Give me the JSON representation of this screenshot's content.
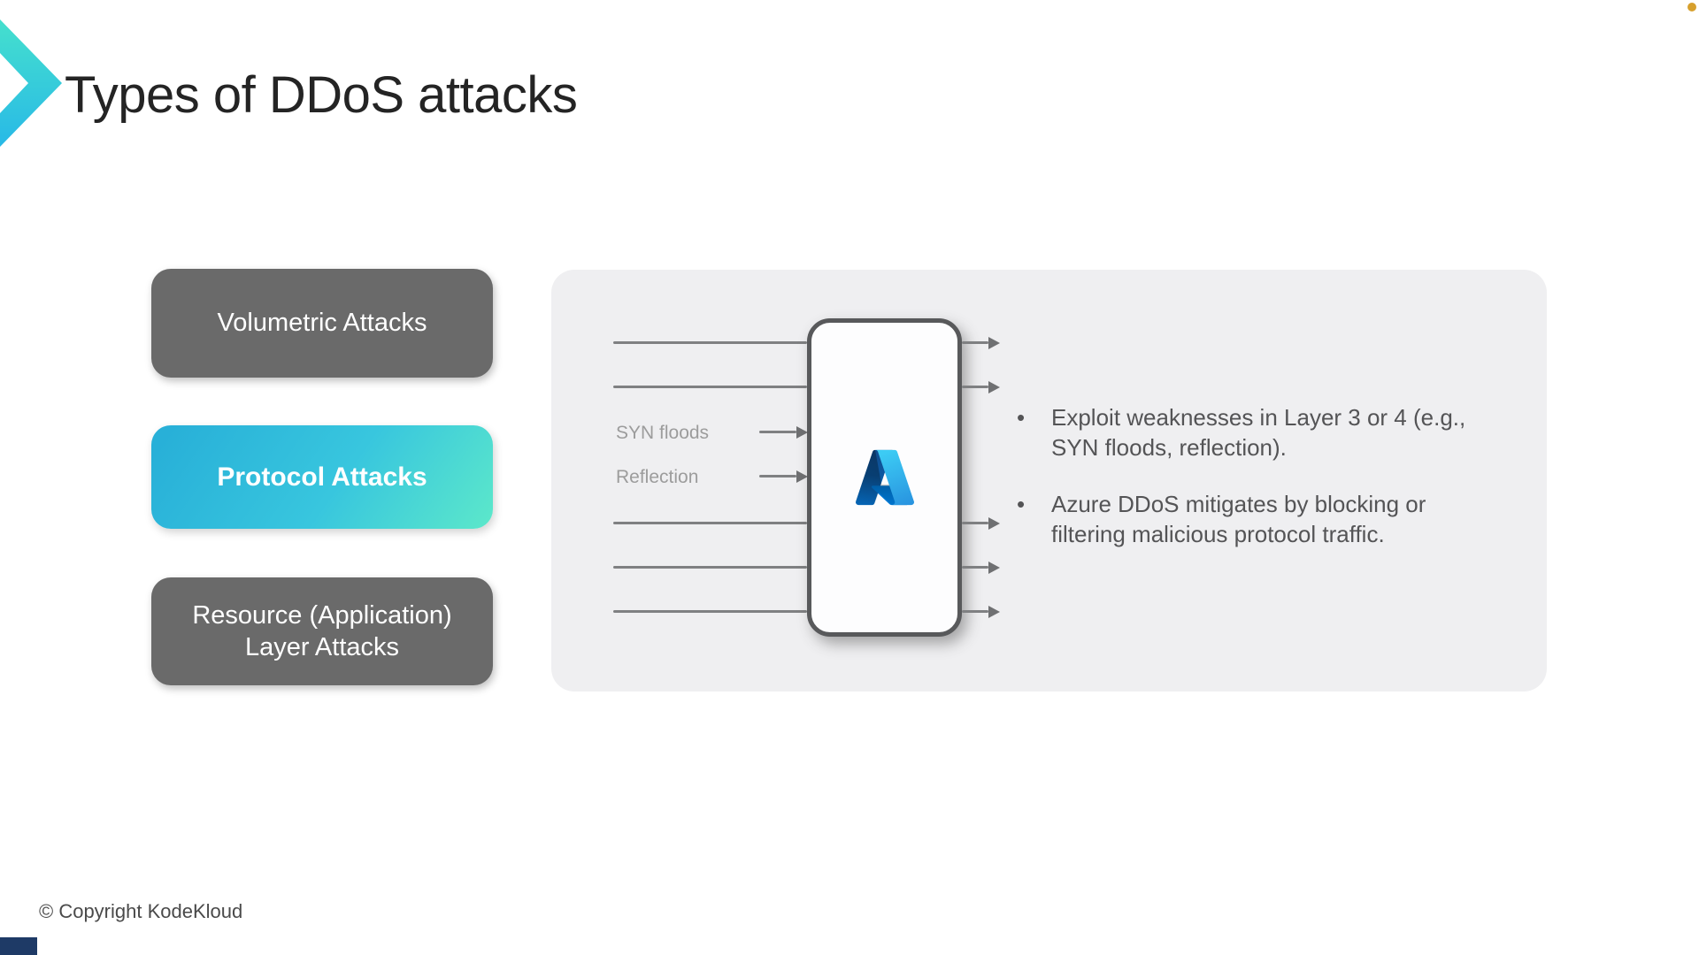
{
  "slide": {
    "title": "Types of DDoS attacks",
    "copyright_notice": "© Copyright KodeKloud"
  },
  "attack_type_buttons": [
    {
      "label": "Volumetric Attacks",
      "active": false
    },
    {
      "label": "Protocol Attacks",
      "active": true
    },
    {
      "label": "Resource (Application)\nLayer Attacks",
      "active": false
    }
  ],
  "diagram": {
    "inflow_labels": [
      "SYN floods",
      "Reflection"
    ],
    "bullet_marker": "•",
    "bullets": [
      "Exploit weaknesses in Layer 3 or 4 (e.g.,\nSYN floods, reflection).",
      "Azure DDoS mitigates by blocking or\nfiltering malicious protocol traffic."
    ]
  },
  "colors": {
    "accent_gradient_start": "#28b0d8",
    "accent_gradient_end": "#5ce8ca",
    "chevron_gradient_start": "#45e0cd",
    "chevron_gradient_end": "#28b9e7",
    "inactive_button": "#6a6a6a",
    "panel_background": "#efeff1",
    "arrow": "#7f8082",
    "azure_dark_blue": "#114a8b",
    "azure_light_blue": "#3ccbf4",
    "corner_dot": "#d7a02d",
    "corner_accent": "#1e3a66"
  }
}
